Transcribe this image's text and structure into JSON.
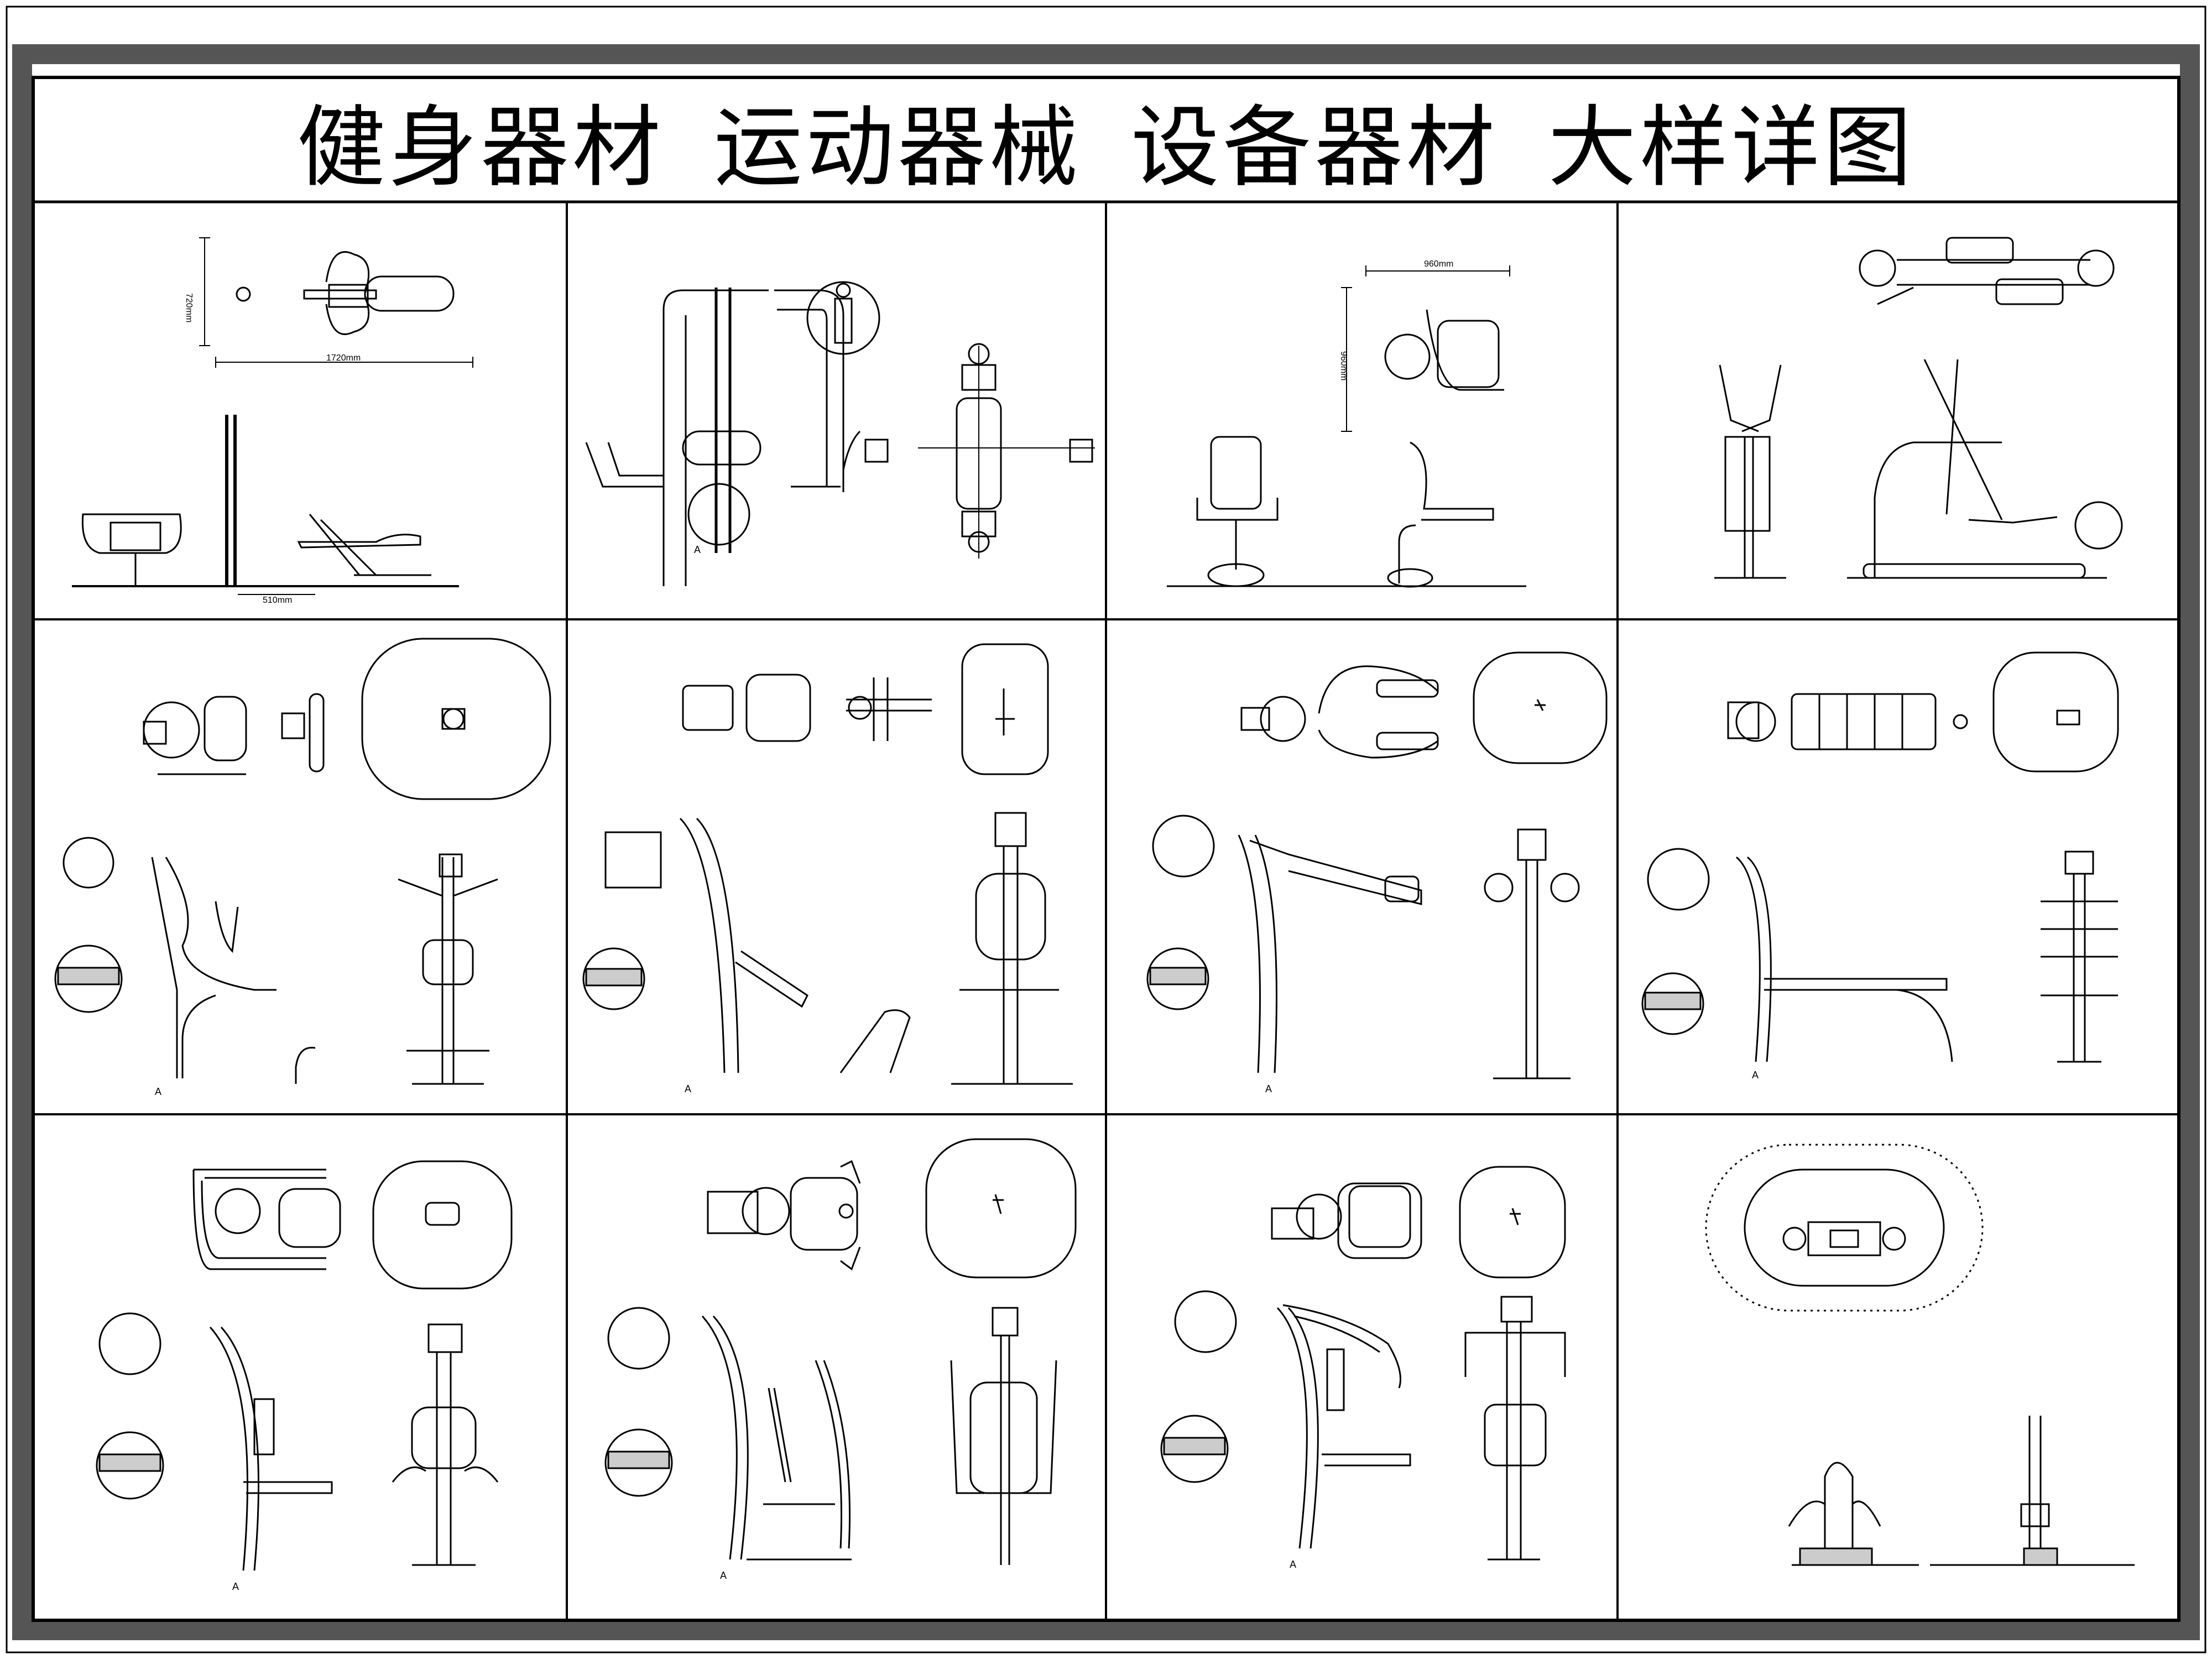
{
  "title": {
    "parts": [
      "健身器材",
      "运动器械",
      "设备器材",
      "大样详图"
    ]
  },
  "panels": [
    {
      "id": "p1",
      "dims": [
        "1720mm",
        "720mm",
        "510mm"
      ]
    },
    {
      "id": "p2",
      "dims": []
    },
    {
      "id": "p3",
      "dims": [
        "960mm",
        "960mm"
      ]
    },
    {
      "id": "p4",
      "dims": []
    },
    {
      "id": "p5",
      "dims": []
    },
    {
      "id": "p6",
      "dims": []
    },
    {
      "id": "p7",
      "dims": []
    },
    {
      "id": "p8",
      "dims": []
    },
    {
      "id": "p9",
      "dims": []
    },
    {
      "id": "p10",
      "dims": []
    },
    {
      "id": "p11",
      "dims": []
    },
    {
      "id": "p12",
      "dims": []
    }
  ],
  "section_marker": "A"
}
